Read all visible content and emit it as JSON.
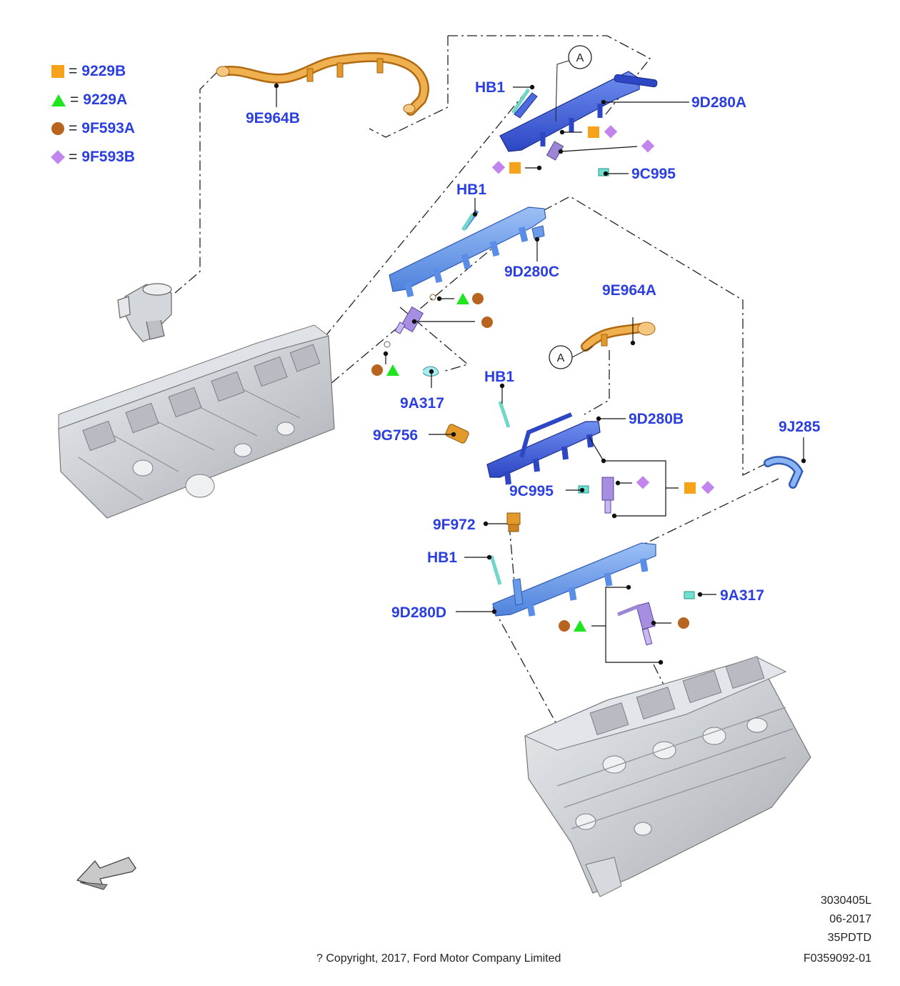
{
  "legend": [
    {
      "symbol": "square",
      "color": "#f7a21b",
      "code": "9229B"
    },
    {
      "symbol": "triangle",
      "color": "#1ee61e",
      "code": "9229A"
    },
    {
      "symbol": "circle",
      "color": "#b8641f",
      "code": "9F593A"
    },
    {
      "symbol": "diamond",
      "color": "#c285ee",
      "code": "9F593B"
    }
  ],
  "equals_sign": "=",
  "callout_letter": "A",
  "part_labels": {
    "p9e964b": "9E964B",
    "hb1_top": "HB1",
    "p9d280a": "9D280A",
    "p9c995_top": "9C995",
    "hb1_second": "HB1",
    "p9d280c": "9D280C",
    "p9e964a": "9E964A",
    "p9a317_left": "9A317",
    "hb1_third": "HB1",
    "p9d280b": "9D280B",
    "p9g756": "9G756",
    "p9j285": "9J285",
    "p9c995_mid": "9C995",
    "p9f972": "9F972",
    "hb1_fourth": "HB1",
    "p9a317_right": "9A317",
    "p9d280d": "9D280D"
  },
  "footer": {
    "drawing_number": "3030405L",
    "date": "06-2017",
    "model_code": "35PDTD",
    "figure_id": "F0359092-01",
    "copyright": "? Copyright, 2017, Ford Motor Company Limited"
  },
  "colors": {
    "label_blue": "#2b3fe0",
    "rail_blue": "#3a5bd6",
    "rail_light_blue": "#5a8ee6",
    "tube_orange": "#e99a2a",
    "injector_purple": "#9b86d6",
    "clip_teal": "#6fe0d2",
    "head_gray": "#c8cbd0"
  }
}
